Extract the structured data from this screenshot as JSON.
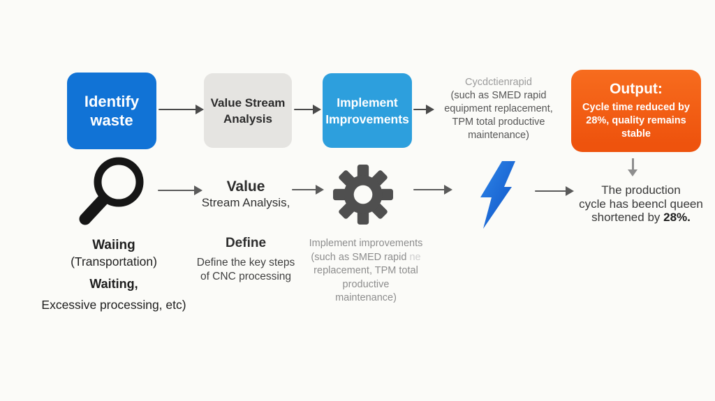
{
  "colors": {
    "background": "#fbfbf8",
    "identify_box": "#1173d6",
    "value_stream_box": "#e5e4e1",
    "implement_box": "#2d9fdd",
    "output_box_top": "#f76c1e",
    "output_box_bottom": "#ee530d",
    "arrow_dark": "#4a4a4a",
    "down_arrow": "#8e8e8e",
    "magnifier_icon": "#161616",
    "gear_icon": "#4f4f4f",
    "bolt_light": "#2f86e8",
    "bolt_dark": "#0d52c6",
    "muted_text": "#8d8d8d",
    "note_first_line": "#9b9b9b",
    "note_text": "#555555"
  },
  "icons": {
    "step1": "magnifier-icon",
    "step3": "gear-icon",
    "step4": "lightning-bolt-icon",
    "connector": "arrow-right-icon",
    "output_connector": "arrow-down-icon"
  },
  "top_flow": {
    "identify_box": {
      "line1": "Identify",
      "line2": "waste"
    },
    "value_stream_box": {
      "line1": "Value Stream",
      "line2": "Analysis"
    },
    "implement_box": {
      "line1": "Implement",
      "line2": "Improvements"
    },
    "method_note": {
      "lines": [
        "Cycdctienrapid",
        "(such as SMED rapid",
        "equipment replacement,",
        "TPM total productive",
        "maintenance)"
      ]
    },
    "output_box": {
      "title": "Output:",
      "body_lines": [
        "Cycle time reduced by",
        "28%, quality remains",
        "stable"
      ]
    }
  },
  "middle_flow": {
    "value_stream_label": {
      "title": "Value",
      "subtitle": "Stream Analysis,"
    },
    "result": {
      "line1": "The production",
      "line2": "cycle has beencl queen",
      "line3_prefix": "shortened by ",
      "line3_bold": "28%."
    }
  },
  "captions": {
    "waste_types": {
      "title": "Waiing",
      "line2": "(Transportation)",
      "line3": "Waiting,",
      "line4": "Excessive processing, etc)"
    },
    "define": {
      "title": "Define",
      "line2": "Define the key steps",
      "line3": "of CNC processing"
    },
    "implement_note": {
      "line1": "Implement improvements",
      "line2": "(such as SMED rapid",
      "line2_faint": "ne",
      "line3": "replacement, TPM total productive",
      "line4": "maintenance)"
    }
  }
}
